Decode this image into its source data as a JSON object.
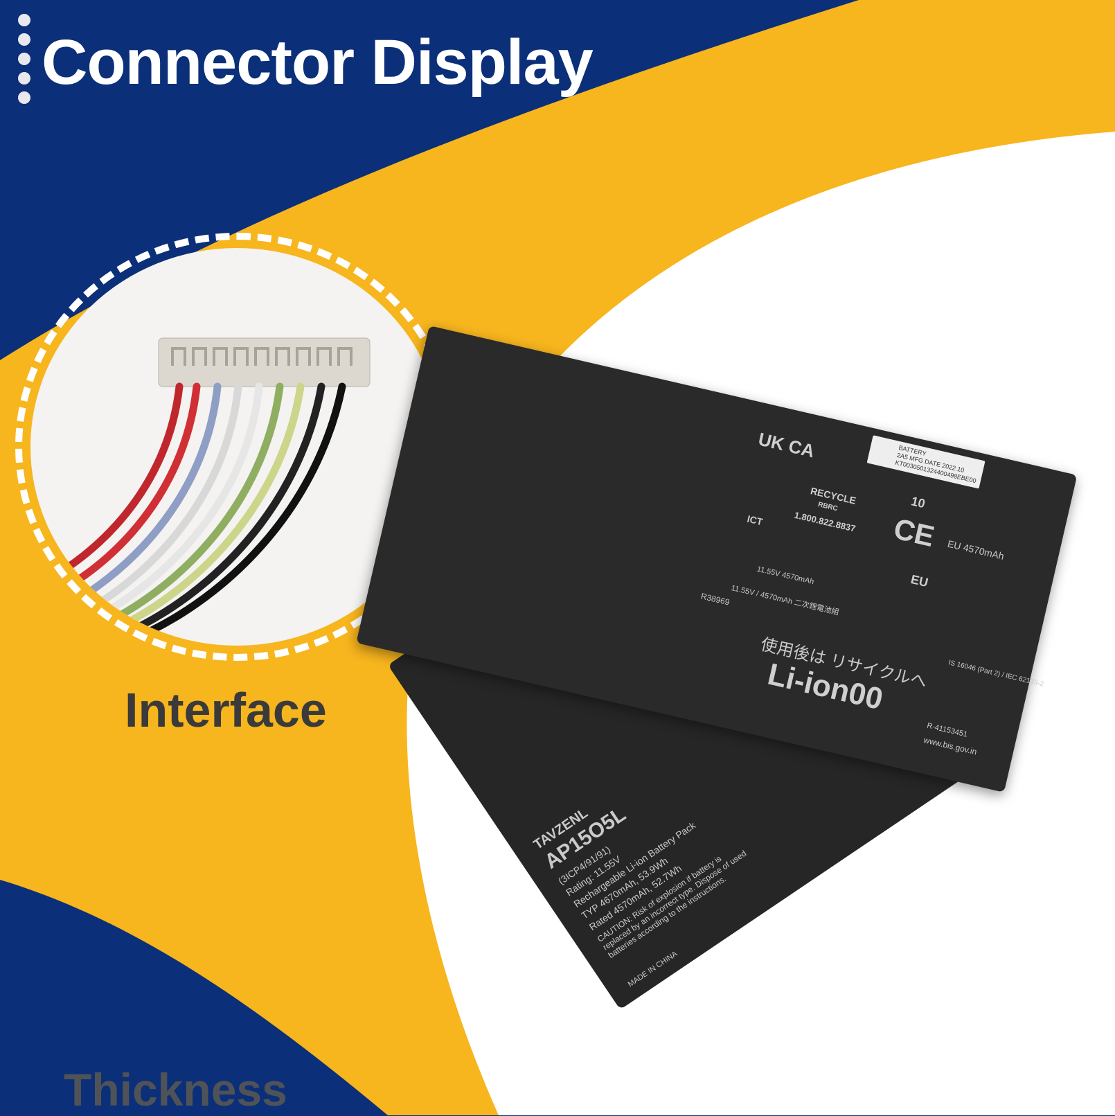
{
  "header": {
    "title": "Connector Display"
  },
  "callout": {
    "label": "Interface"
  },
  "footer": {
    "label": "Thickness"
  },
  "battery_top": {
    "marks": {
      "ukca": "UK CA",
      "ict": "ICT",
      "recycle": "RECYCLE",
      "rbrc": "RBRC",
      "phone": "1.800.822.8837",
      "ce": "CE",
      "capacity": "EU 4570mAh",
      "eu": "EU",
      "pse_rating": "11.55V  4570mAh",
      "tw_rating": "11.55V / 4570mAh 二次鋰電池組",
      "reg": "R38969",
      "jp_recycle": "使用後は リサイクルへ",
      "liion": "Li-ion00",
      "is_std": "IS 16046 (Part 2) / IEC 62133-2",
      "bis_reg": "R-41153451",
      "bis_url": "www.bis.gov.in",
      "ten": "10"
    },
    "sticker": [
      "BATTERY",
      "2A5 MFG DATE 2022.10",
      "KT0030501324400498EBE00"
    ]
  },
  "battery_bottom": {
    "brand": "TAVZENL",
    "model": "AP15O5L",
    "cells": "(3ICP4/91/91)",
    "type": "Rechargeable Li-ion Battery Pack",
    "typ": "TYP 4670mAh, 53.9Wh",
    "rated": "Rated 4570mAh, 52.7Wh",
    "rating": "Rating: 11.55V",
    "caution": "CAUTION: Risk of explosion if battery is replaced by an incorrect type. Dispose of used batteries according to the instructions.",
    "made_in": "MADE IN CHINA"
  },
  "colors": {
    "navy": "#0b2f78",
    "yellow": "#f7b51e",
    "white": "#ffffff"
  }
}
